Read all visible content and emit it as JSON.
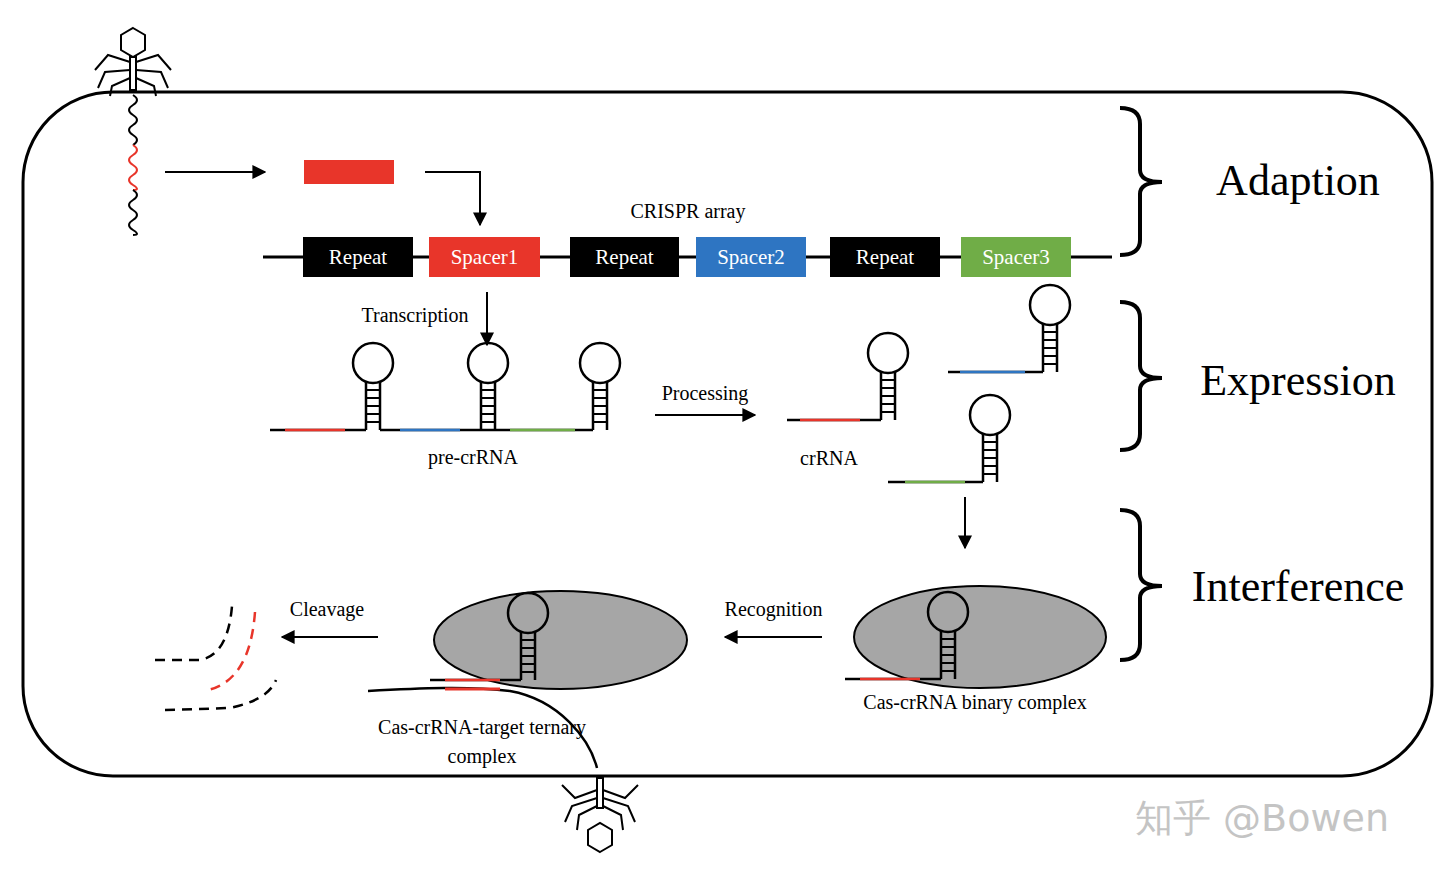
{
  "diagram": {
    "nodes": [
      {
        "text": [
          "Repeat"
        ]
      },
      {
        "text": [
          "Spacer1"
        ]
      },
      {
        "text": [
          "Repeat"
        ]
      },
      {
        "text": [
          "Spacer2"
        ]
      },
      {
        "text": [
          "Repeat"
        ]
      },
      {
        "text": [
          "Spacer3"
        ]
      },
      {
        "text": [
          "Cas-crRNA-target ternary complex"
        ]
      },
      {
        "text": [
          "Cas-crRNA binary complex"
        ]
      }
    ],
    "edges": [
      {
        "from": 0,
        "to": 1,
        "arrow": "none"
      },
      {
        "from": 1,
        "to": 2,
        "arrow": "none"
      },
      {
        "from": 2,
        "to": 3,
        "arrow": "none"
      },
      {
        "from": 3,
        "to": 4,
        "arrow": "none"
      },
      {
        "from": 4,
        "to": 5,
        "arrow": "none"
      },
      {
        "from": 7,
        "to": 6,
        "label": "Recognition",
        "arrow": "to"
      }
    ],
    "labels": [
      "Adaption",
      "CRISPR array",
      "Transcription",
      "Expression",
      "Processing",
      "pre-crRNA",
      "crRNA",
      "Interference",
      "Cleavage",
      "知乎 @Bowen"
    ]
  }
}
